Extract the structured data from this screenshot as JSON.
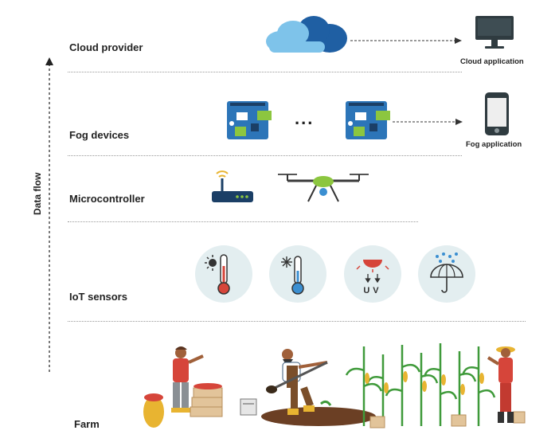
{
  "layers": {
    "cloud": "Cloud provider",
    "fog": "Fog devices",
    "micro": "Microcontroller",
    "iot": "IoT sensors",
    "farm": "Farm"
  },
  "axis_label": "Data flow",
  "apps": {
    "cloud": "Cloud application",
    "fog": "Fog application"
  },
  "fog_ellipsis": "...",
  "uv_label": "UV",
  "colors": {
    "cloud_light": "#7ec3ea",
    "cloud_dark": "#1f5fa3",
    "board_blue": "#2c75b8",
    "board_green": "#8cc63f",
    "sensor_bg": "#e3eef0",
    "thermo_red": "#d6453a",
    "thermo_blue": "#3b8fd1",
    "crop_green": "#3f9a3a",
    "corn_yellow": "#e8b431"
  },
  "icons": [
    "cloud-icon",
    "monitor-icon",
    "board-icon",
    "phone-icon",
    "router-icon",
    "drone-icon",
    "thermometer-sun-icon",
    "thermometer-snow-icon",
    "uv-lamp-icon",
    "umbrella-rain-icon"
  ]
}
